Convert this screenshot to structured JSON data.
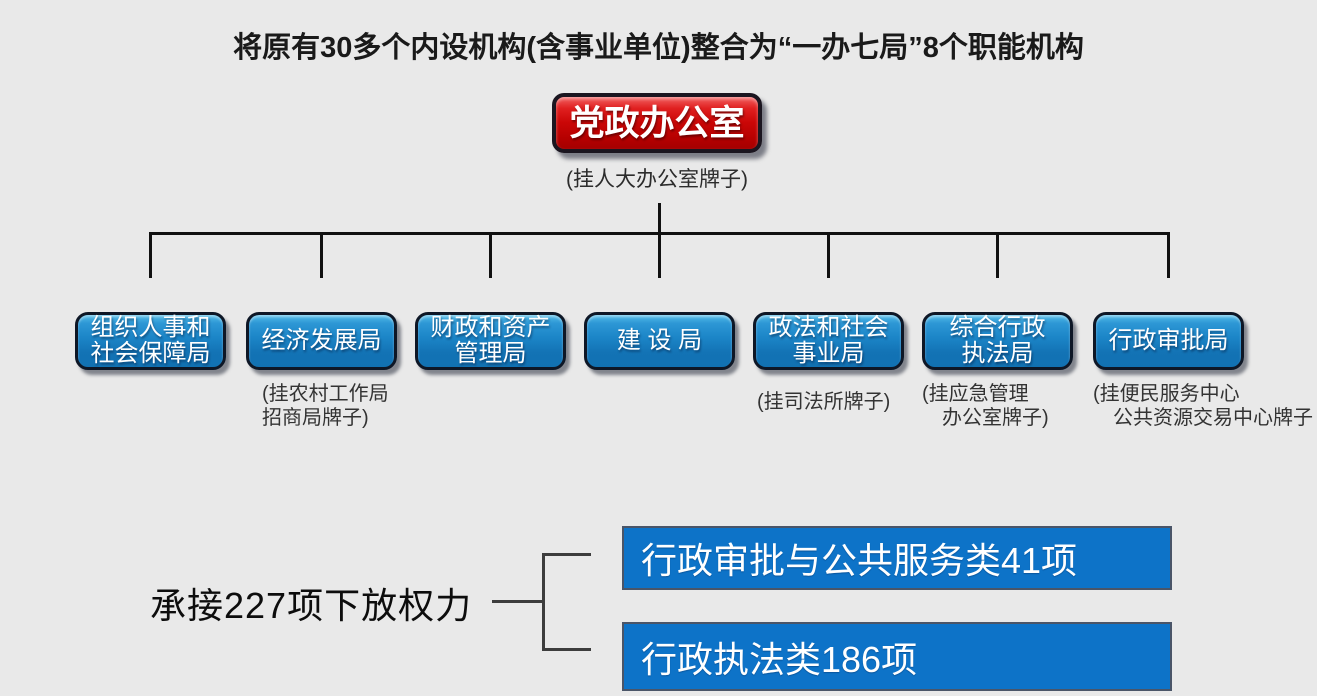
{
  "title": "将原有30多个内设机构(含事业单位)整合为“一办七局”8个职能机构",
  "org": {
    "root": {
      "name": "党政办公室",
      "caption": "(挂人大办公室牌子)"
    },
    "departments": [
      {
        "name": "组织人事和\n社会保障局",
        "caption": ""
      },
      {
        "name": "经济发展局",
        "caption": "(挂农村工作局\n招商局牌子)"
      },
      {
        "name": "财政和资产\n管理局",
        "caption": ""
      },
      {
        "name": "建 设 局",
        "caption": ""
      },
      {
        "name": "政法和社会\n事业局",
        "caption": "(挂司法所牌子)"
      },
      {
        "name": "综合行政\n执法局",
        "caption": "(挂应急管理\n　办公室牌子)"
      },
      {
        "name": "行政审批局",
        "caption": "(挂便民服务中心\n　公共资源交易中心牌子"
      }
    ]
  },
  "bottom": {
    "label": "承接227项下放权力",
    "items": [
      {
        "label": "行政审批与公共服务类41项"
      },
      {
        "label": "行政执法类186项"
      }
    ]
  },
  "colors": {
    "background": "#e9e9e9",
    "node_blue": "#1373b5",
    "node_red": "#cb0707",
    "bar_blue": "#0d73c8",
    "bar_border": "#4a5568",
    "line_black": "#111111",
    "line_gray": "#3d3d3d"
  }
}
